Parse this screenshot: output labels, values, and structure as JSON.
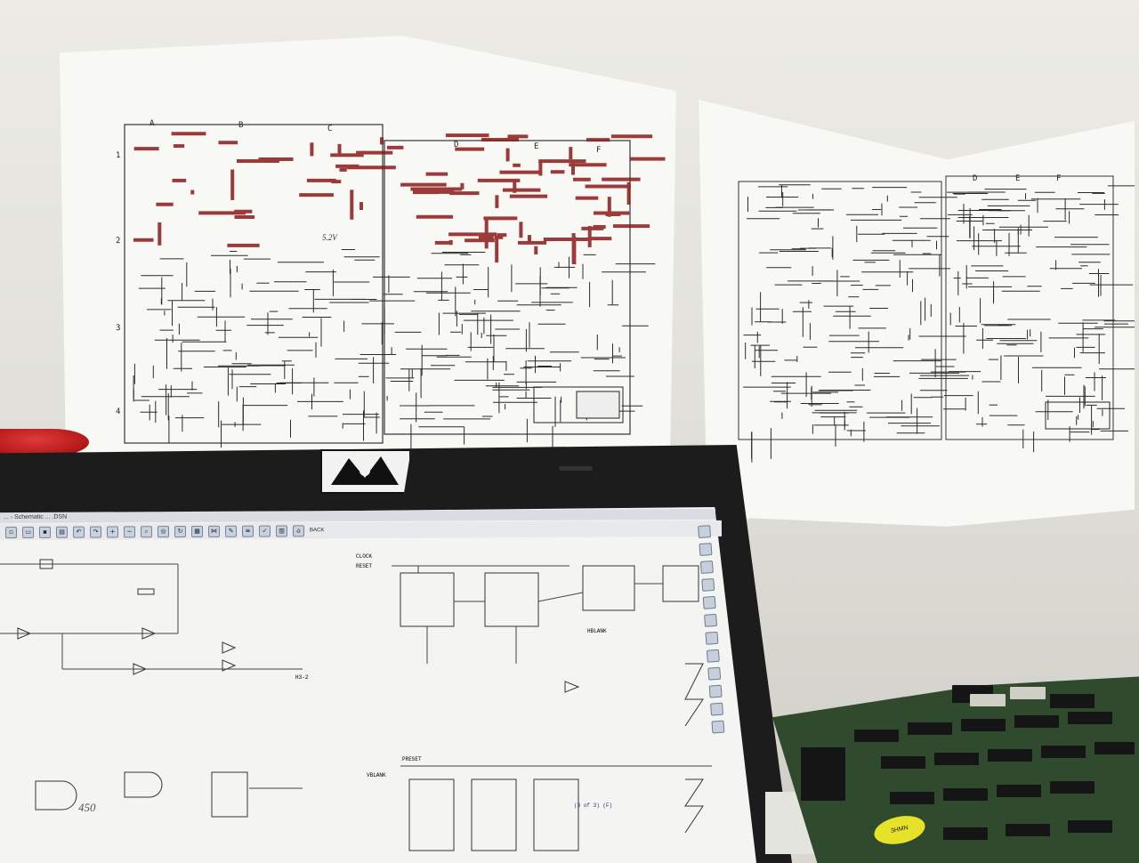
{
  "scene": {
    "description_type": "photo",
    "colors": {
      "wall": "#e6e5df",
      "paper": "#f8f8f5",
      "red_trace": "#8b1a1a",
      "schematic_ink": "#2b2b2b",
      "laptop_bezel": "#1c1c1c",
      "pcb_green": "#2f4a2c",
      "stool_red": "#c41f1f",
      "sticker_yellow": "#e6e22a"
    }
  },
  "left_poster": {
    "column_letters": [
      "A",
      "B",
      "C",
      "D",
      "E",
      "F"
    ],
    "row_numbers": [
      "1",
      "2",
      "3",
      "4"
    ],
    "handwritten_note": "5.2V"
  },
  "right_poster": {
    "column_letters": [
      "D",
      "E",
      "F"
    ]
  },
  "laptop": {
    "window_title": "... - Schematic ... .DSN",
    "toolbar_back_label": "BACK",
    "handwritten_on_screen": "450",
    "sheet_refs": [
      "(3 of 3) (F)"
    ],
    "net_labels": [
      "CLOCK",
      "RESET",
      "HBLANK",
      "VBLANK",
      "H3-2",
      "PRESET"
    ]
  },
  "pcb": {
    "sticker_text": "3HMN"
  },
  "icons": [
    "zoom-icon",
    "save-icon",
    "print-icon",
    "undo-icon",
    "wire-tool-icon"
  ]
}
